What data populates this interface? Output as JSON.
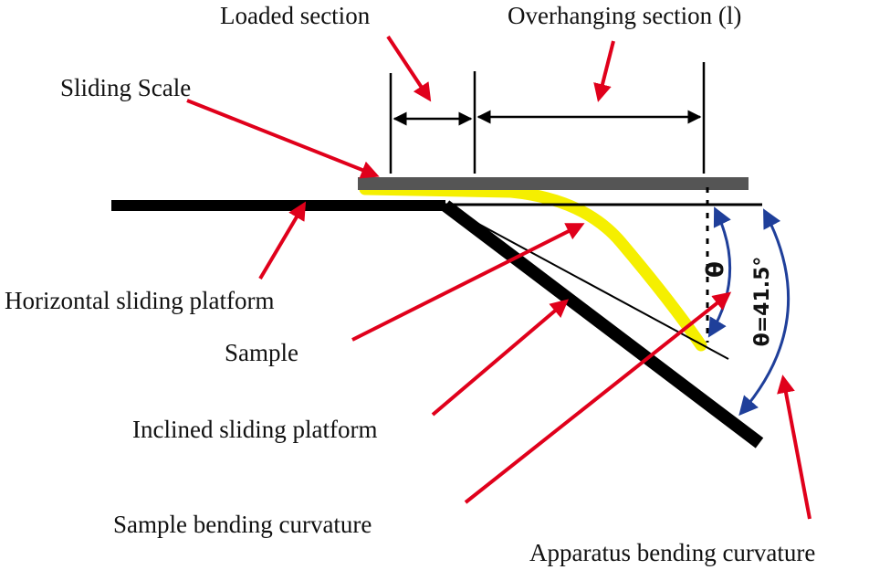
{
  "labels": {
    "loaded_section": "Loaded section",
    "overhanging_section": "Overhanging section (l)",
    "sliding_scale": "Sliding Scale",
    "horizontal_platform": "Horizontal sliding platform",
    "sample": "Sample",
    "inclined_platform": "Inclined sliding platform",
    "sample_curvature": "Sample bending curvature",
    "apparatus_curvature": "Apparatus bending curvature"
  },
  "angles": {
    "theta": "θ",
    "theta_fixed": "θ=41.5°"
  },
  "colors": {
    "arrow": "#e0001b",
    "dimension": "#000000",
    "arc": "#1f3f9a",
    "sample": "#f5ef00",
    "scale": "#555555",
    "platform": "#000000"
  }
}
